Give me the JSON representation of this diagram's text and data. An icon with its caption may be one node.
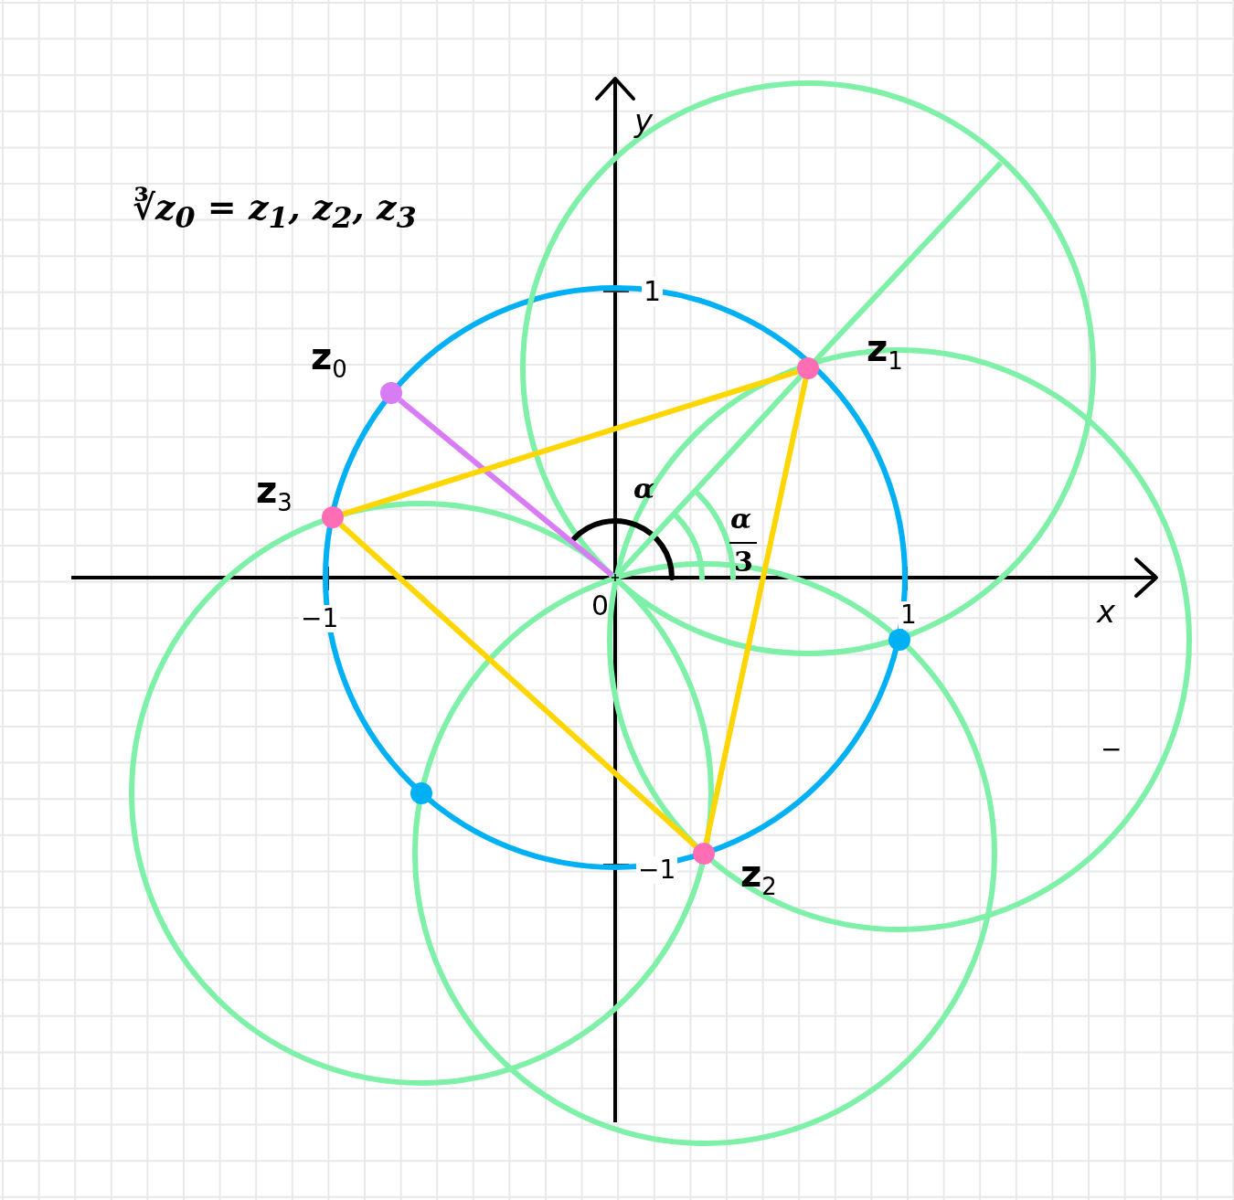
{
  "diagram": {
    "nodes": [
      {
        "text": [],
        "shape": "circle",
        "beside": [
          "z$_{0}$"
        ]
      },
      {
        "text": [],
        "shape": "circle",
        "beside": [
          "z$_{1}$"
        ]
      },
      {
        "text": [],
        "shape": "circle",
        "beside": [
          "z$_{3}$"
        ]
      },
      {
        "text": [],
        "shape": "point",
        "beside": [
          "0"
        ]
      },
      {
        "text": [],
        "shape": "circle"
      },
      {
        "text": [],
        "shape": "circle"
      },
      {
        "text": [],
        "shape": "circle",
        "beside": [
          "z$_{2}$"
        ]
      }
    ],
    "edges": [
      {
        "from": 3,
        "to": 0,
        "arrow": "none",
        "color": "#d87cf6"
      },
      {
        "from": 1,
        "to": 6,
        "arrow": "none"
      },
      {
        "from": 6,
        "to": 2,
        "arrow": "none"
      },
      {
        "from": 2,
        "to": 1,
        "arrow": "none"
      },
      {
        "from": 3,
        "to": 1,
        "arrow": "none",
        "color": "#7ef0a8"
      }
    ],
    "labels": [
      "∛z$_{0}$ = z$_{1}$, z$_{2}$, z$_{3}$",
      "y",
      "1",
      "α",
      "α",
      "3",
      "−1",
      "1",
      "x",
      "−",
      "−1"
    ]
  }
}
